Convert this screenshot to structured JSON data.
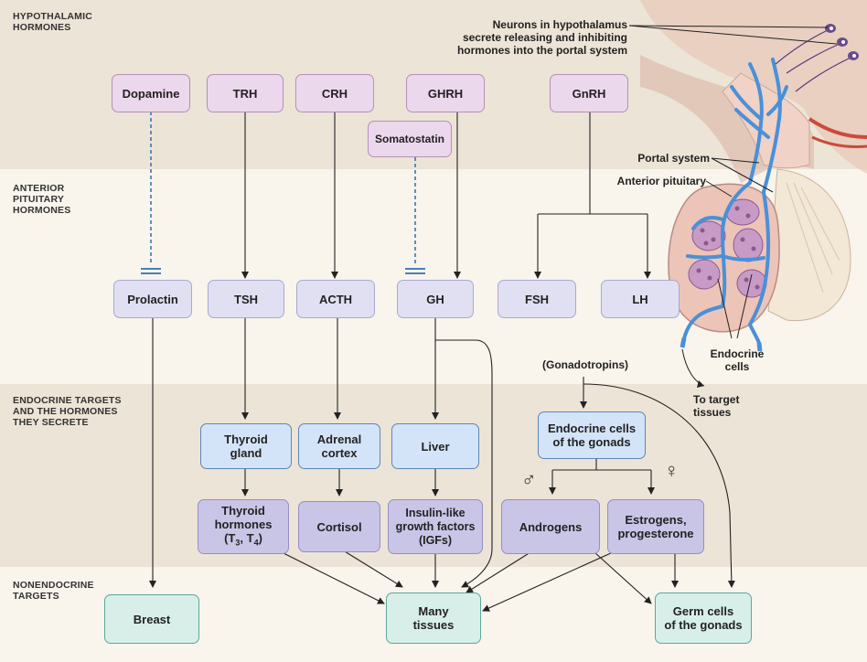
{
  "sections": {
    "hypothalamic": "HYPOTHALAMIC\nHORMONES",
    "anterior_pituitary": "ANTERIOR\nPITUITARY\nHORMONES",
    "endocrine_targets": "ENDOCRINE TARGETS\nAND THE HORMONES\nTHEY SECRETE",
    "nonendocrine": "NONENDOCRINE\nTARGETS"
  },
  "hypothalamic_hormones": {
    "dopamine": "Dopamine",
    "trh": "TRH",
    "crh": "CRH",
    "ghrh": "GHRH",
    "somatostatin": "Somatostatin",
    "gnrh": "GnRH"
  },
  "pituitary_hormones": {
    "prolactin": "Prolactin",
    "tsh": "TSH",
    "acth": "ACTH",
    "gh": "GH",
    "fsh": "FSH",
    "lh": "LH",
    "gonadotropins": "(Gonadotropins)"
  },
  "endocrine_targets": {
    "thyroid_gland": "Thyroid\ngland",
    "adrenal_cortex": "Adrenal\ncortex",
    "liver": "Liver",
    "gonad_cells": "Endocrine cells\nof the gonads",
    "thyroid_hormones_line1": "Thyroid",
    "thyroid_hormones_line2": "hormones",
    "thyroid_hormones_t": "T",
    "thyroid_hormones_sub3": "3",
    "thyroid_hormones_t4": ", T",
    "thyroid_hormones_sub4": "4",
    "cortisol": "Cortisol",
    "igfs": "Insulin-like\ngrowth factors\n(IGFs)",
    "androgens": "Androgens",
    "estrogens": "Estrogens,\nprogesterone",
    "male_symbol": "♂",
    "female_symbol": "♀"
  },
  "nonendocrine_targets": {
    "breast": "Breast",
    "many_tissues": "Many\ntissues",
    "germ_cells": "Germ cells\nof the gonads"
  },
  "anatomy_labels": {
    "neurons": "Neurons in hypothalamus\nsecrete releasing and inhibiting\nhormones into the portal system",
    "portal_system": "Portal system",
    "anterior_pituitary": "Anterior pituitary",
    "endocrine_cells": "Endocrine\ncells",
    "to_target_tissues": "To target\ntissues"
  },
  "colors": {
    "hypothalamic_box": "#ecd8ec",
    "pituitary_box": "#e0e0f2",
    "gland_box": "#d4e4f8",
    "secretion_box": "#c9c5e6",
    "target_box": "#d8efe9",
    "inhibition_line": "#2e6fb6",
    "portal_vessels": "#4a90d9"
  }
}
